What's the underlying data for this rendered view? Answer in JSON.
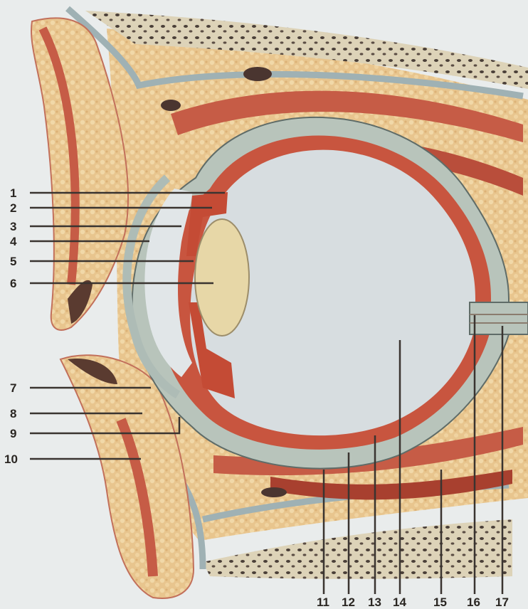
{
  "labels": [
    "1",
    "2",
    "3",
    "4",
    "5",
    "6",
    "7",
    "8",
    "9",
    "10",
    "11",
    "12",
    "13",
    "14",
    "15",
    "16",
    "17"
  ],
  "colors": {
    "background": "#e9ecec",
    "fat": "#e8c58e",
    "muscle": "#c65c46",
    "muscle_dark": "#a8402f",
    "sclera": "#b8c4bb",
    "bone_membrane": "#9fb1b4",
    "vitreous": "#d7dde0",
    "lens": "#e7d7a7",
    "bone": "#d9d0b8",
    "leader": "#3a3430"
  }
}
